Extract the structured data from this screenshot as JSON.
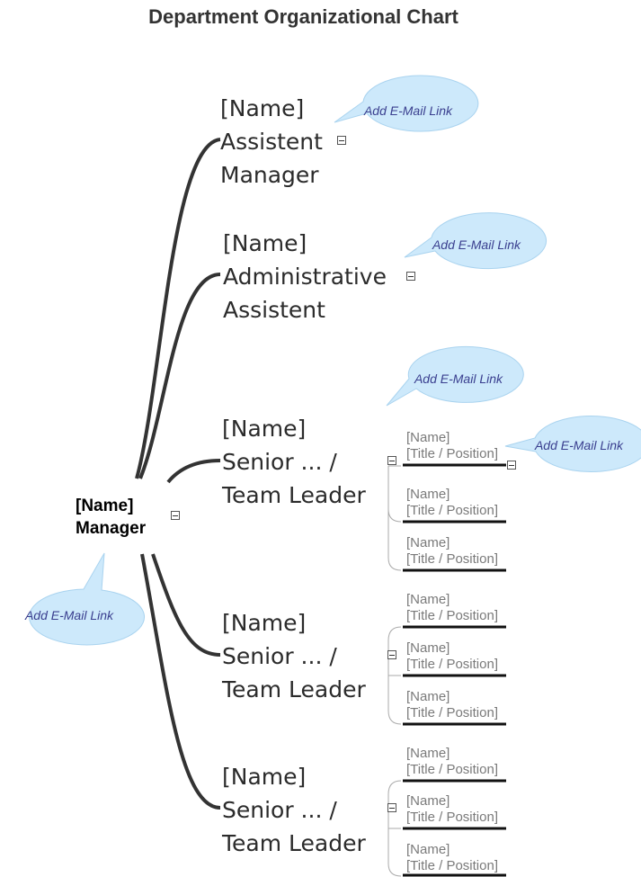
{
  "title": "Department Organizational Chart",
  "colors": {
    "connector": "#333333",
    "bubble_fill": "#cde9fb",
    "bubble_stroke": "#a9d3ef",
    "bubble_text": "#3a3f8f",
    "sub_text": "#7a7a7a"
  },
  "root": {
    "name": "[Name]",
    "title": "Manager",
    "email_link": "Add E-Mail Link"
  },
  "branches": [
    {
      "name": "[Name]",
      "title_lines": [
        "Assistent",
        "Manager"
      ],
      "email_link": "Add E-Mail Link",
      "children": []
    },
    {
      "name": "[Name]",
      "title_lines": [
        "Administrative",
        "Assistent"
      ],
      "email_link": "Add E-Mail Link",
      "children": []
    },
    {
      "name": "[Name]",
      "title_lines": [
        "Senior ... /",
        "Team Leader"
      ],
      "email_link": "Add E-Mail Link",
      "children": [
        {
          "name": "[Name]",
          "title": "[Title / Position]",
          "email_link": "Add E-Mail Link"
        },
        {
          "name": "[Name]",
          "title": "[Title / Position]"
        },
        {
          "name": "[Name]",
          "title": "[Title / Position]"
        }
      ]
    },
    {
      "name": "[Name]",
      "title_lines": [
        "Senior ... /",
        "Team Leader"
      ],
      "children": [
        {
          "name": "[Name]",
          "title": "[Title / Position]"
        },
        {
          "name": "[Name]",
          "title": "[Title / Position]"
        },
        {
          "name": "[Name]",
          "title": "[Title / Position]"
        }
      ]
    },
    {
      "name": "[Name]",
      "title_lines": [
        "Senior ... /",
        "Team Leader"
      ],
      "children": [
        {
          "name": "[Name]",
          "title": "[Title / Position]"
        },
        {
          "name": "[Name]",
          "title": "[Title / Position]"
        },
        {
          "name": "[Name]",
          "title": "[Title / Position]"
        }
      ]
    }
  ]
}
